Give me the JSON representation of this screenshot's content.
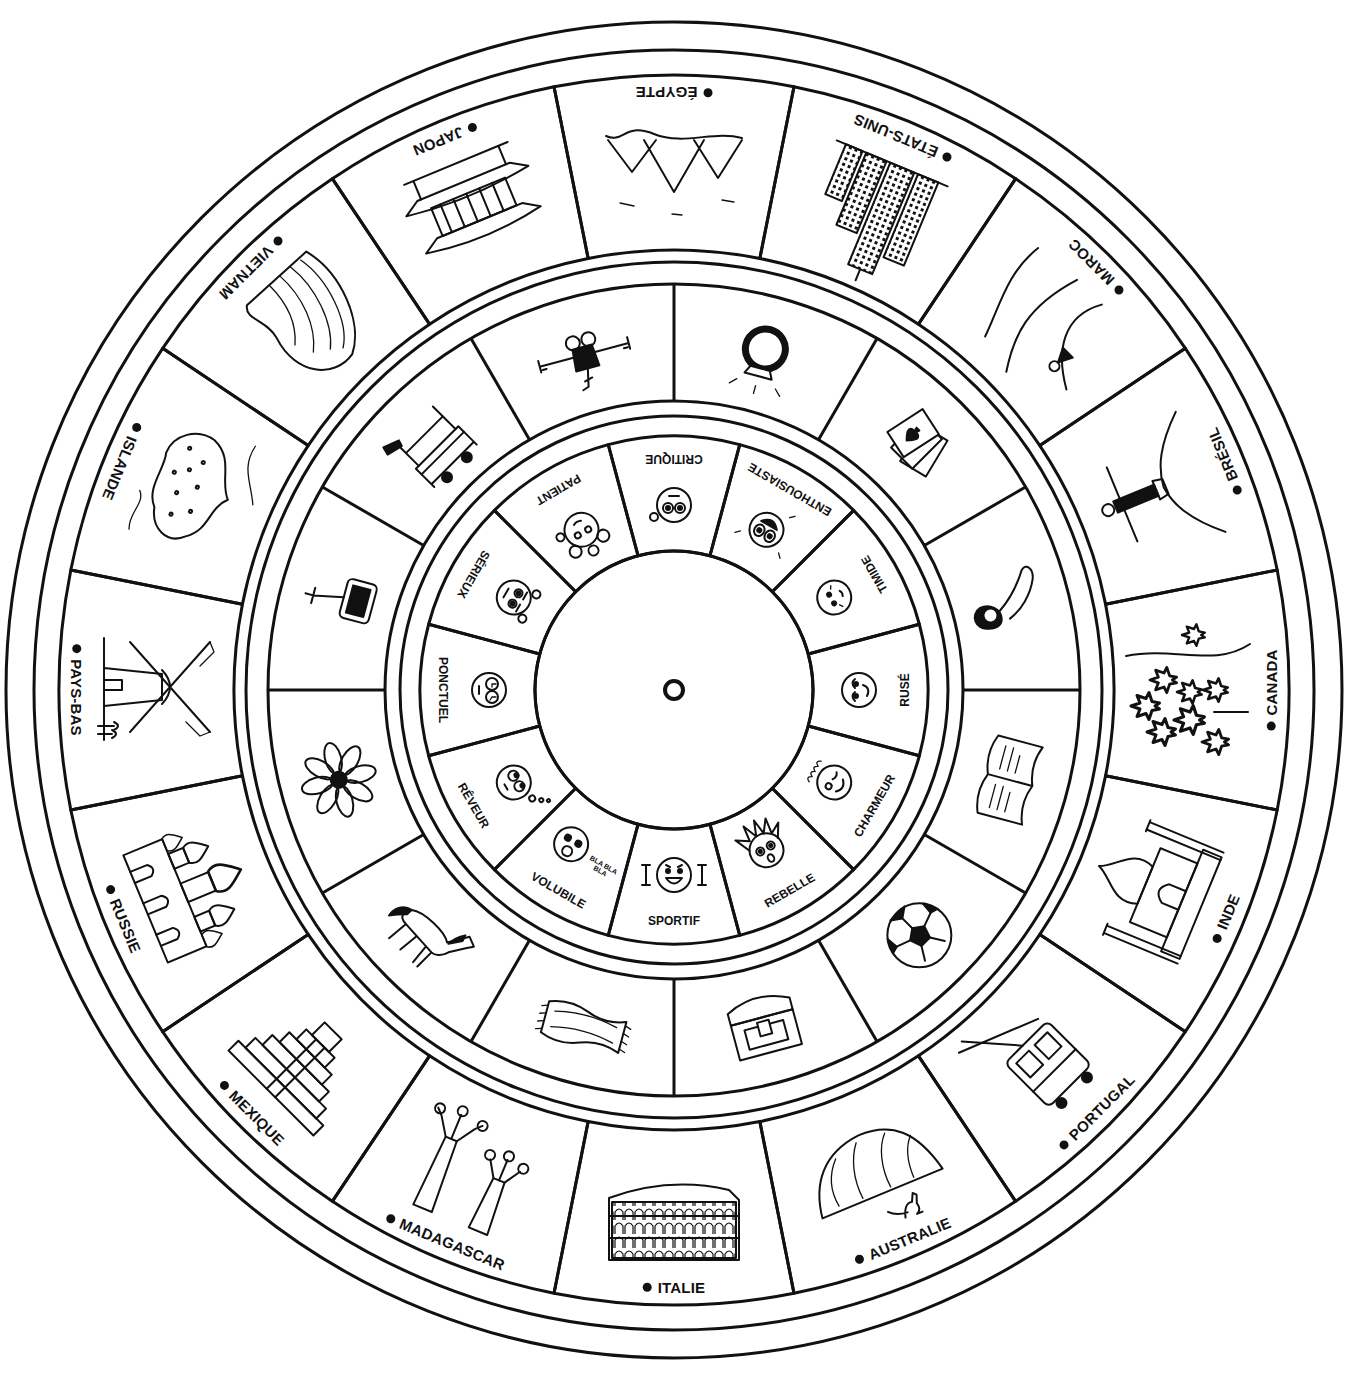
{
  "diagram": {
    "nodes": [
      {
        "text": [
          "ÉGYPTE"
        ]
      },
      {
        "text": [
          "ÉTATS-UNIS"
        ]
      },
      {
        "text": [
          "MAROC"
        ]
      },
      {
        "text": [
          "BRÉSIL"
        ]
      },
      {
        "text": [
          "CANADA"
        ]
      },
      {
        "text": [
          "INDE"
        ]
      },
      {
        "text": [
          "PORTUGAL"
        ]
      },
      {
        "text": [
          "AUSTRALIE"
        ]
      },
      {
        "text": [
          "ITALIE"
        ]
      },
      {
        "text": [
          "MADAGASCAR"
        ]
      },
      {
        "text": [
          "MEXIQUE"
        ]
      },
      {
        "text": [
          "RUSSIE"
        ]
      },
      {
        "text": [
          "PAYS-BAS"
        ]
      },
      {
        "text": [
          "ISLANDE"
        ]
      },
      {
        "text": [
          "VIETNAM"
        ]
      },
      {
        "text": [
          "JAPON"
        ]
      },
      {
        "text": [
          "CRITIQUE"
        ]
      },
      {
        "text": [
          "ENTHOUSIASTE"
        ]
      },
      {
        "text": [
          "TIMIDE"
        ]
      },
      {
        "text": [
          "RUSÉ"
        ]
      },
      {
        "text": [
          "CHARMEUR"
        ]
      },
      {
        "text": [
          "REBELLE"
        ]
      },
      {
        "text": [
          "SPORTIF"
        ]
      },
      {
        "text": [
          "VOLUBILE",
          "BLA BLA BLA"
        ]
      },
      {
        "text": [
          "RÊVEUR"
        ]
      },
      {
        "text": [
          "PONCTUEL"
        ]
      },
      {
        "text": [
          "SÉRIEUX"
        ]
      },
      {
        "text": [
          "PATIENT"
        ]
      }
    ]
  }
}
